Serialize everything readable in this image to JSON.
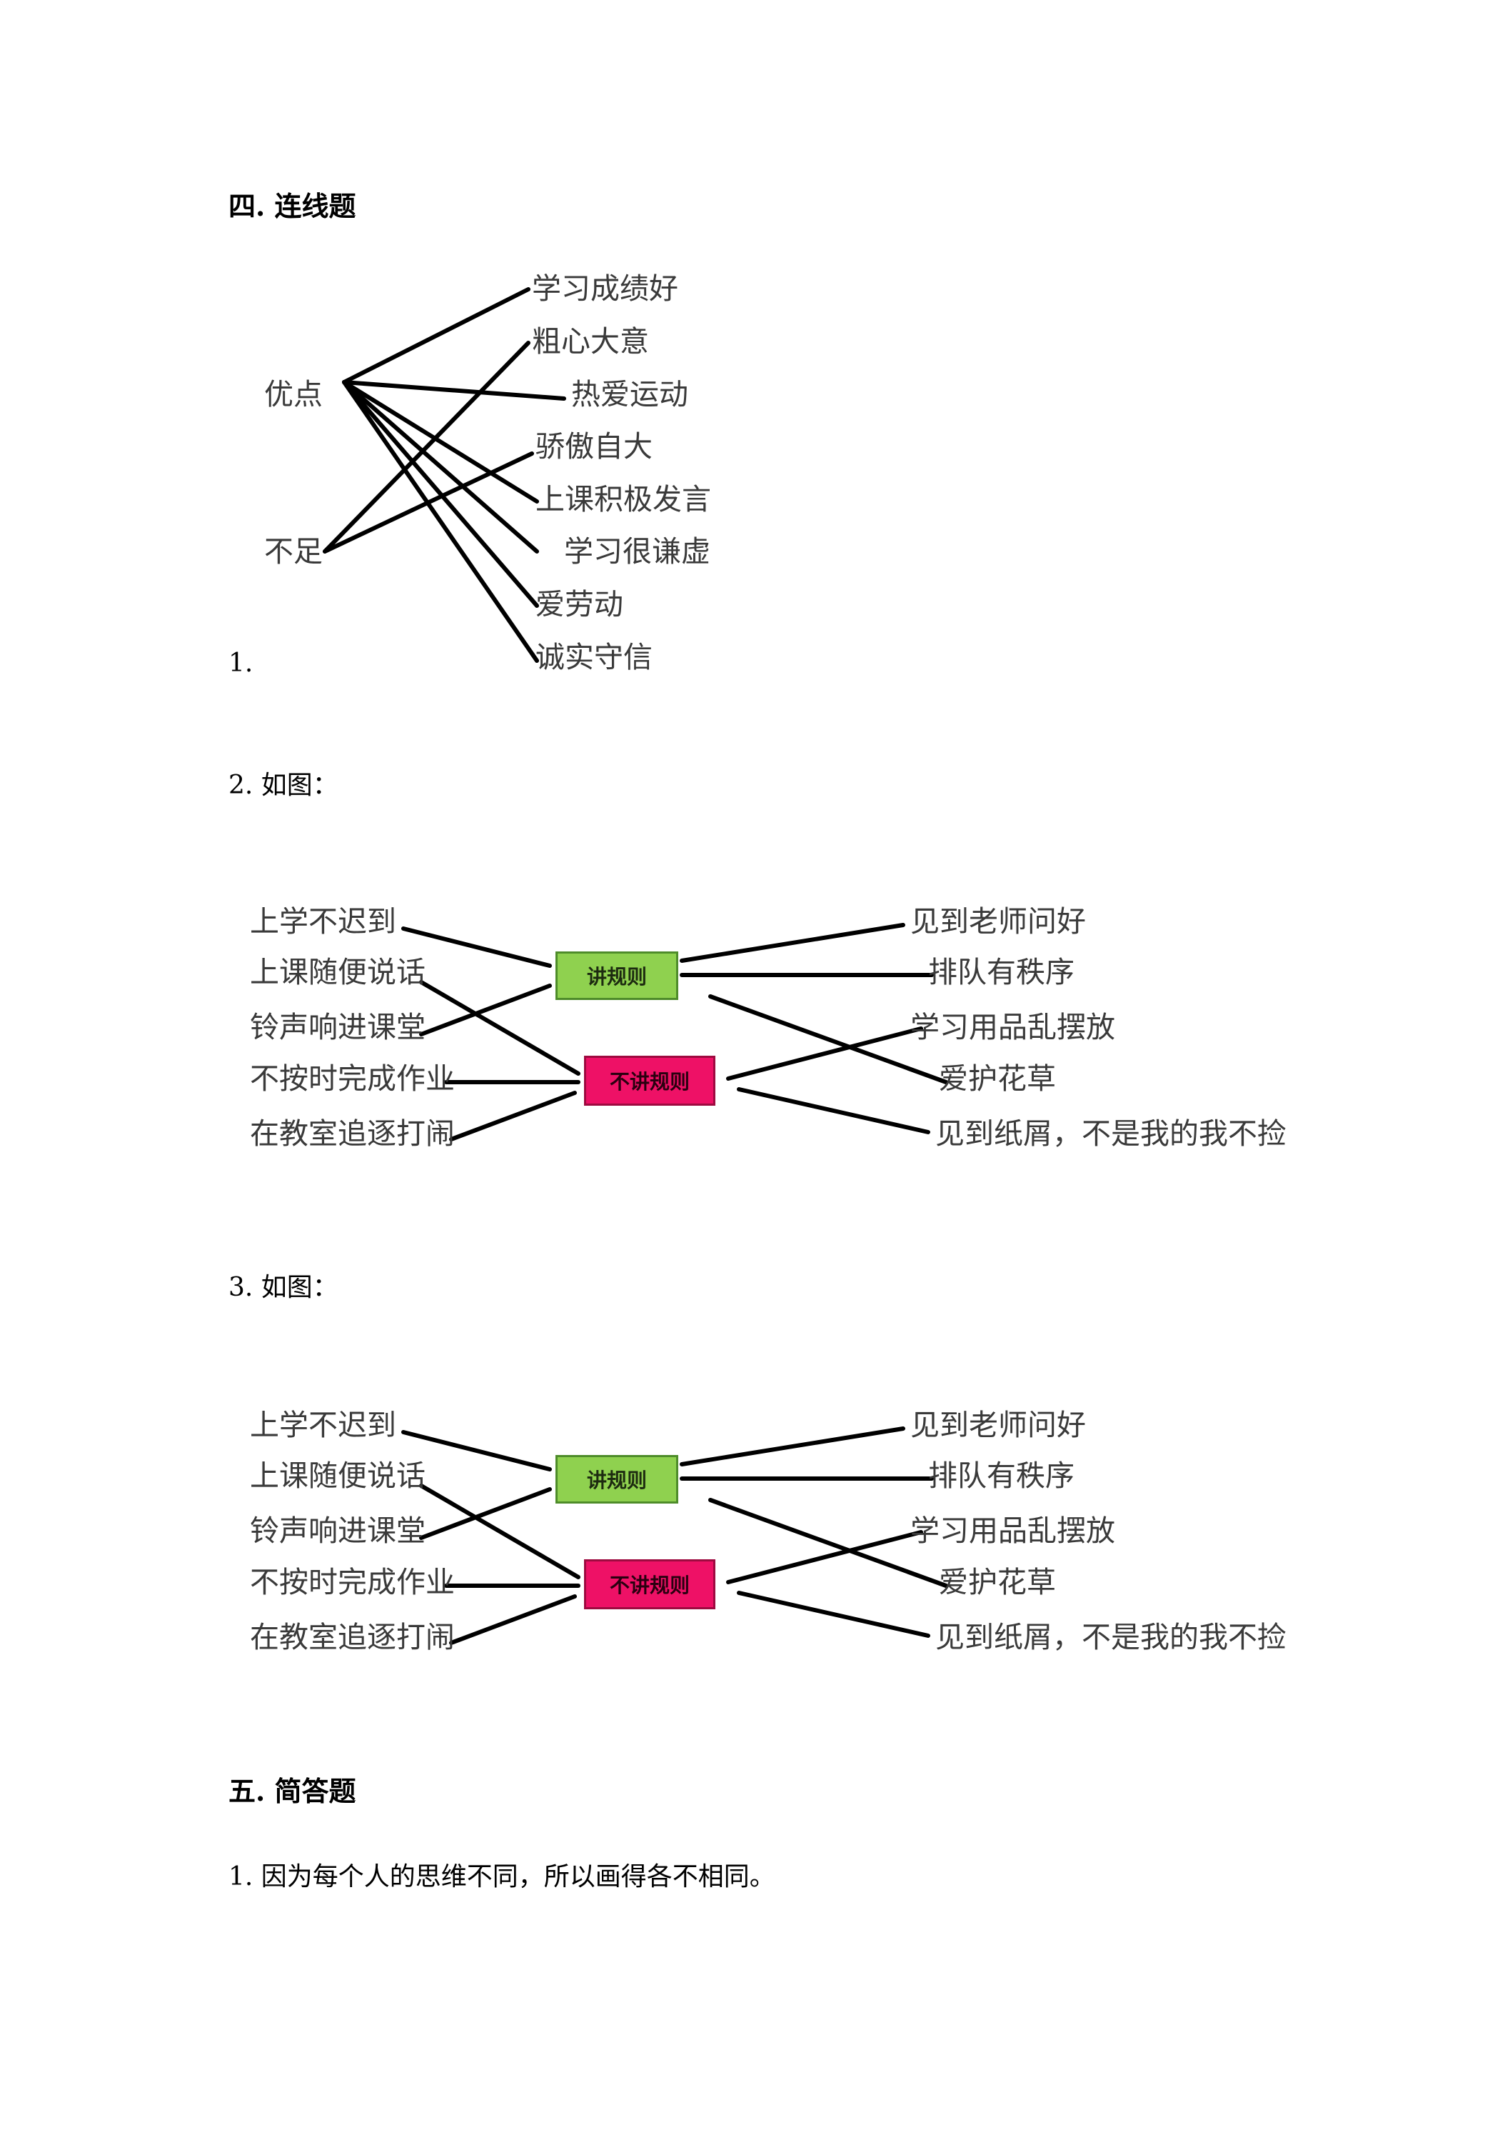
{
  "section4": {
    "heading": "四. 连线题"
  },
  "q1": {
    "number": "1.",
    "left": [
      "优点",
      "不足"
    ],
    "right": [
      "学习成绩好",
      "粗心大意",
      "热爱运动",
      "骄傲自大",
      "上课积极发言",
      "学习很谦虚",
      "爱劳动",
      "诚实守信"
    ]
  },
  "q2": {
    "caption": "2. 如图：",
    "left": [
      "上学不迟到",
      "上课随便说话",
      "铃声响进课堂",
      "不按时完成作业",
      "在教室追逐打闹"
    ],
    "box_good": "讲规则",
    "box_bad": "不讲规则",
    "right": [
      "见到老师问好",
      "排队有秩序",
      "学习用品乱摆放",
      "爱护花草",
      "见到纸屑，不是我的我不捡"
    ]
  },
  "q3": {
    "caption": "3. 如图：",
    "left": [
      "上学不迟到",
      "上课随便说话",
      "铃声响进课堂",
      "不按时完成作业",
      "在教室追逐打闹"
    ],
    "box_good": "讲规则",
    "box_bad": "不讲规则",
    "right": [
      "见到老师问好",
      "排队有秩序",
      "学习用品乱摆放",
      "爱护花草",
      "见到纸屑，不是我的我不捡"
    ]
  },
  "section5": {
    "heading": "五. 简答题",
    "answer": "1. 因为每个人的思维不同，所以画得各不相同。"
  },
  "colors": {
    "box_good": "#8fd14f",
    "box_bad": "#ee1166"
  }
}
